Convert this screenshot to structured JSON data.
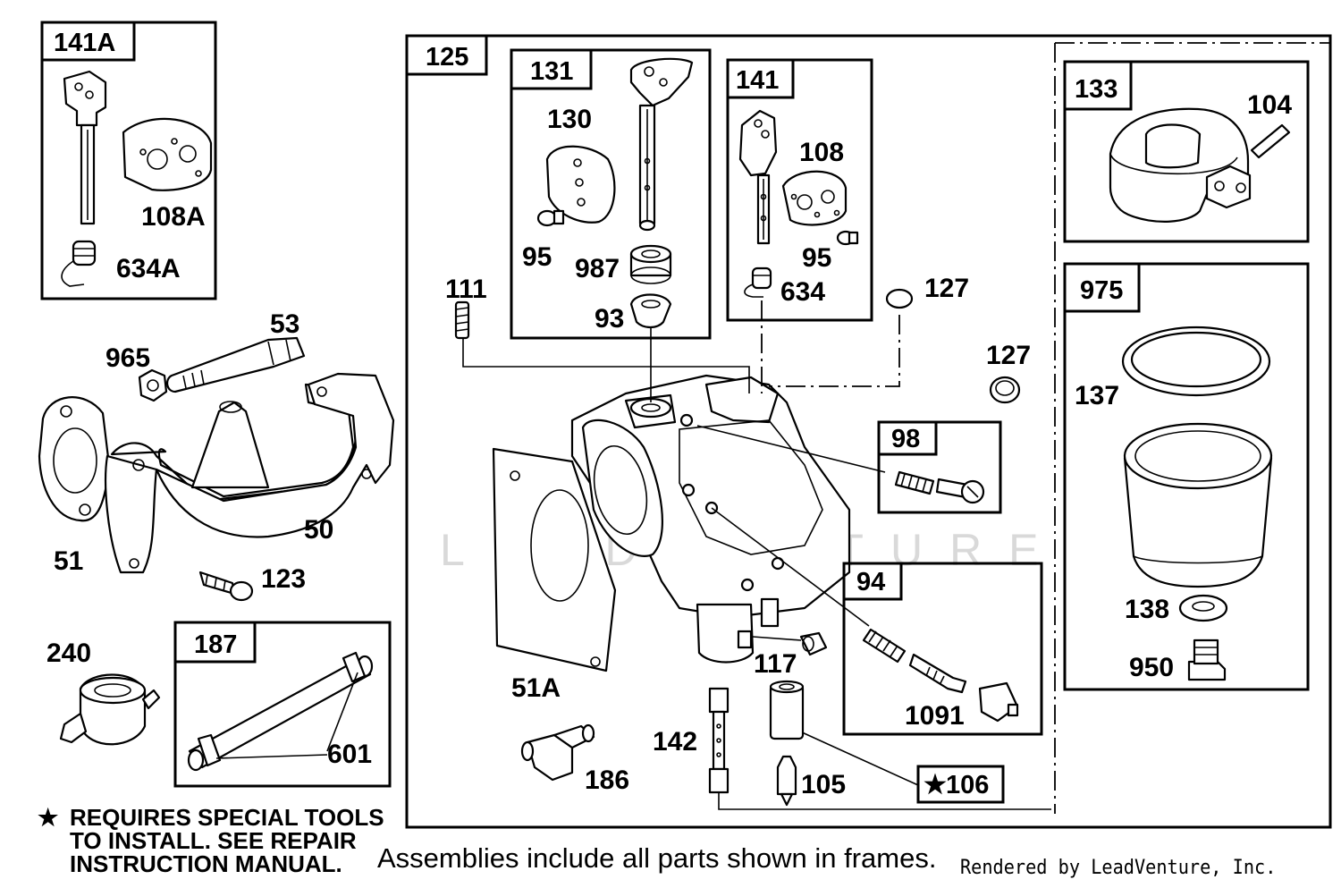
{
  "frames": {
    "f141A": "141A",
    "f125": "125",
    "f131": "131",
    "f141": "141",
    "f133": "133",
    "f975": "975",
    "f98": "98",
    "f94": "94",
    "f187": "187",
    "f106": "106"
  },
  "labels": {
    "p108A": "108A",
    "p634A": "634A",
    "p53": "53",
    "p965": "965",
    "p50": "50",
    "p51": "51",
    "p123": "123",
    "p240": "240",
    "p601": "601",
    "p130": "130",
    "p95a": "95",
    "p987": "987",
    "p93": "93",
    "p108": "108",
    "p95b": "95",
    "p634": "634",
    "p111": "111",
    "p127a": "127",
    "p127b": "127",
    "p104": "104",
    "p137": "137",
    "p138": "138",
    "p950": "950",
    "p51A": "51A",
    "p117": "117",
    "p142": "142",
    "p186": "186",
    "p105": "105",
    "p1091": "1091"
  },
  "star_symbol": "★",
  "note": {
    "line1": "REQUIRES SPECIAL TOOLS",
    "line2": "TO INSTALL.  SEE REPAIR",
    "line3": "INSTRUCTION MANUAL."
  },
  "caption": "Assemblies include all parts shown in frames.",
  "credit": "Rendered by LeadVenture, Inc.",
  "watermark": "LEADVENTURE"
}
